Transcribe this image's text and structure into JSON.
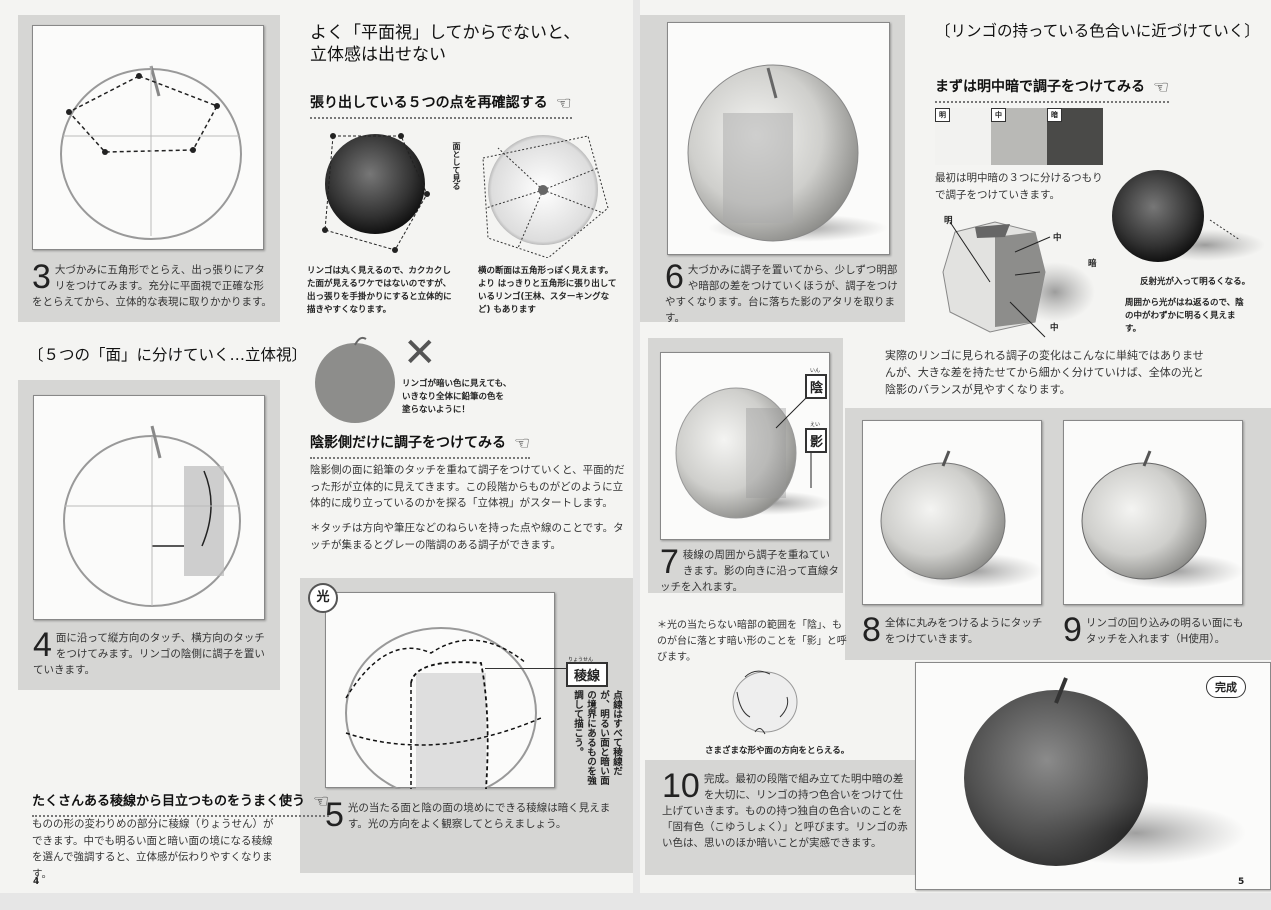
{
  "left_page": {
    "page_number": "4",
    "step3": {
      "num": "3",
      "text": "大づかみに五角形でとらえ、出っ張りにアタリをつけてみます。充分に平面視で正確な形をとらえてから、立体的な表現に取りかかります。"
    },
    "section_heading": "〔５つの「面」に分けていく…立体視〕",
    "step4": {
      "num": "4",
      "text": "面に沿って縦方向のタッチ、横方向のタッチをつけてみます。リンゴの陰側に調子を置いていきます。"
    },
    "ridge_heading": "たくさんある稜線から目立つものをうまく使う",
    "ridge_body": "ものの形の変わりめの部分に稜線（りょうせん）ができます。中でも明るい面と暗い面の境になる稜線を選んで強調すると、立体感が伝わりやすくなります。",
    "title_lines": [
      "よく「平面視」してからでないと、",
      "立体感は出せない"
    ],
    "five_points_heading": "張り出している５つの点を再確認する",
    "face_label": "面として見る",
    "caption_round": "リンゴは丸く見えるので、カクカクした面が見えるワケではないのですが、出っ張りを手掛かりにすると立体的に描きやすくなります。",
    "caption_slice": "横の断面は五角形っぽく見えます。より はっきりと五角形に張り出しているリンゴ(王林、スターキングなど) もあります",
    "caption_warning": "リンゴが暗い色に見えても、いきなり全体に鉛筆の色を塗らないように！",
    "shade_heading": "陰影側だけに調子をつけてみる",
    "shade_body": "陰影側の面に鉛筆のタッチを重ねて調子をつけていくと、平面的だった形が立体的に見えてきます。この段階からものがどのように立体的に成り立っているのかを探る「立体視」がスタートします。",
    "shade_note": "＊タッチは方向や筆圧などのねらいを持った点や線のことです。タッチが集まるとグレーの階調のある調子ができます。",
    "light_badge": "光",
    "ridge_tag": "稜線",
    "ridge_tag_ruby": "りょうせん",
    "ridge_vertical": "点線はすべて稜線だが、明るい面と暗い面の境界にあるものを強調して描こう。",
    "step5": {
      "num": "5",
      "text": "光の当たる面と陰の面の境めにできる稜線は暗く見えます。光の方向をよく観察してとらえましょう。"
    }
  },
  "right_page": {
    "page_number": "5",
    "step6": {
      "num": "6",
      "text": "大づかみに調子を置いてから、少しずつ明部や暗部の差をつけていくほうが、調子をつけやすくなります。台に落ちた影のアタリを取ります。"
    },
    "section_heading": "〔リンゴの持っている色合いに近づけていく〕",
    "tone_heading": "まずは明中暗で調子をつけてみる",
    "swatches": [
      {
        "label": "明",
        "color": "#f2f2f0"
      },
      {
        "label": "中",
        "color": "#b9b9b6"
      },
      {
        "label": "暗",
        "color": "#4a4a48"
      }
    ],
    "tone_caption": "最初は明中暗の３つに分けるつもりで調子をつけていきます。",
    "facet_labels": [
      "明",
      "中",
      "暗",
      "中"
    ],
    "reflect_caption": "反射光が入って明るくなる。",
    "reflect_note": "周囲から光がはね返るので、陰の中がわずかに明るく見えます。",
    "tone_paragraph": "実際のリンゴに見られる調子の変化はこんなに単純ではありませんが、大きな差を持たせてから細かく分けていけば、全体の光と陰影のバランスが見やすくなります。",
    "shade_tag": "陰",
    "shade_ruby": "いん",
    "shadow_tag": "影",
    "shadow_ruby": "えい",
    "step7": {
      "num": "7",
      "text": "稜線の周囲から調子を重ねていきます。影の向きに沿って直線タッチを入れます。"
    },
    "step8": {
      "num": "8",
      "text": "全体に丸みをつけるようにタッチをつけていきます。"
    },
    "step9": {
      "num": "9",
      "text": "リンゴの回り込みの明るい面にもタッチを入れます（H使用）。"
    },
    "shade_note": "＊光の当たらない暗部の範囲を「陰」、ものが台に落とす暗い形のことを「影」と呼びます。",
    "direction_caption": "さまざまな形や面の方向をとらえる。",
    "step10": {
      "num": "10",
      "text": "完成。最初の段階で組み立てた明中暗の差を大切に、リンゴの持つ色合いをつけて仕上げていきます。ものの持つ独自の色合いのことを「固有色（こゆうしょく）」と呼びます。リンゴの赤い色は、思いのほか暗いことが実感できます。"
    },
    "complete_badge": "完成"
  }
}
